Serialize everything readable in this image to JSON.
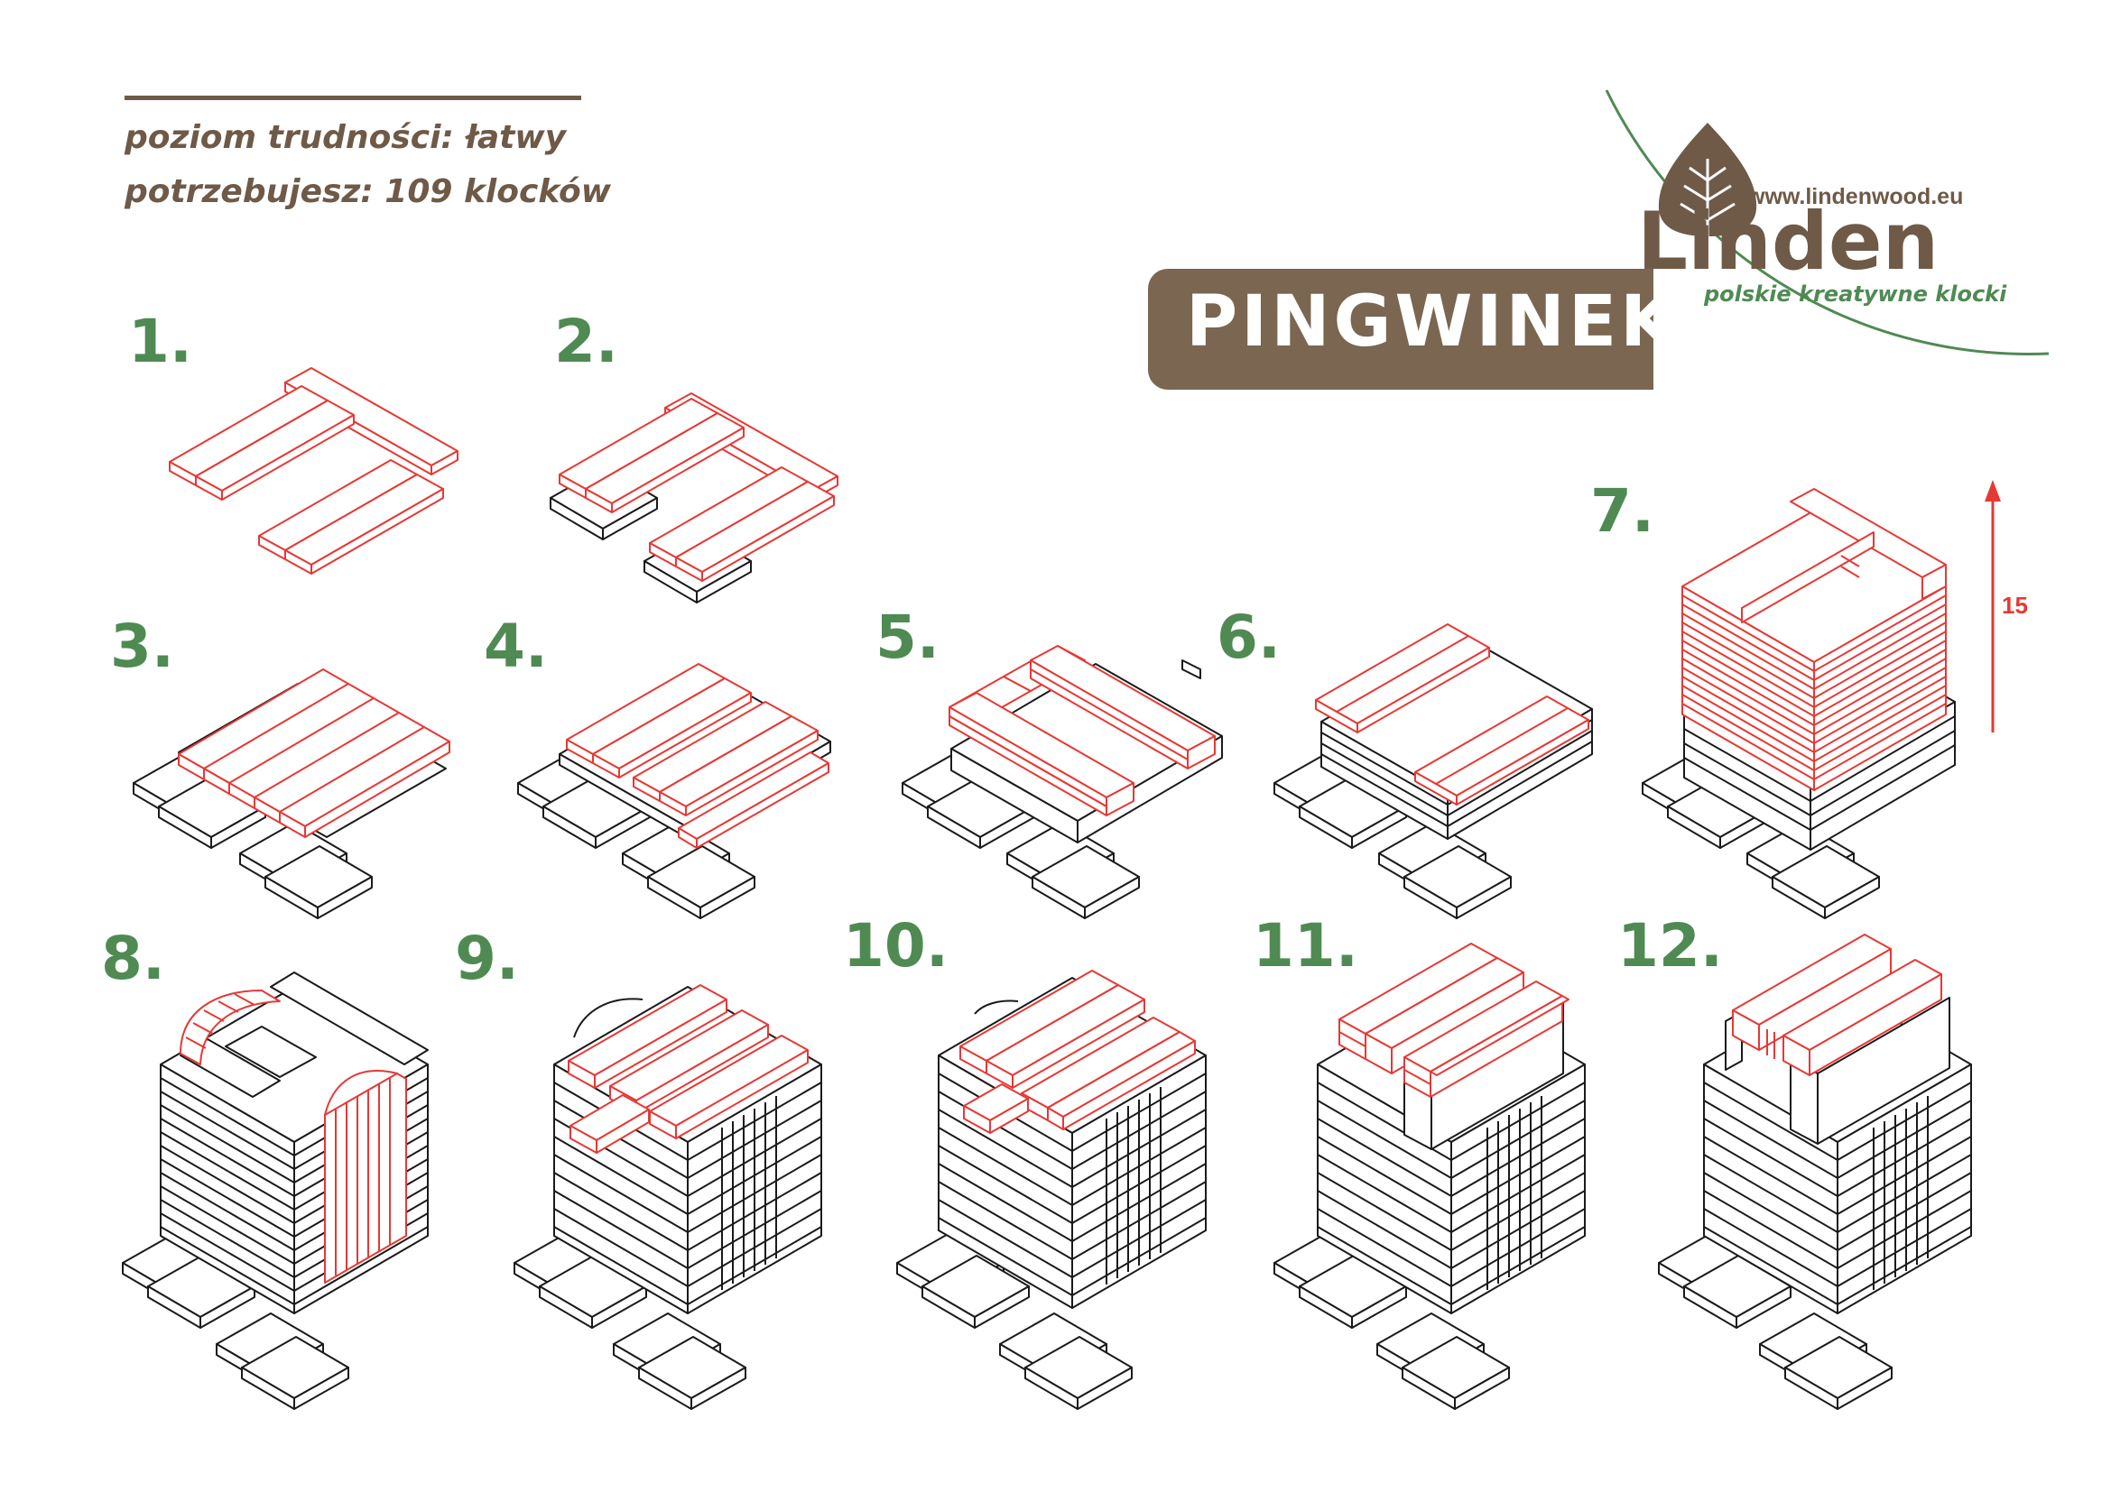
{
  "header": {
    "difficulty": "poziom trudności: łatwy",
    "needed": "potrzebujesz:  109 klocków"
  },
  "title": "PINGWINEK",
  "logo": {
    "url": "www.lindenwood.eu",
    "brand": "Linden",
    "tagline": "polskie kreatywne klocki"
  },
  "steps": [
    "1.",
    "2.",
    "3.",
    "4.",
    "5.",
    "6.",
    "7.",
    "8.",
    "9.",
    "10.",
    "11.",
    "12."
  ],
  "height_annotation": "15",
  "colors": {
    "brown": "#6e5a47",
    "title_bg": "#7a6651",
    "green": "#4f8a53",
    "new_block": "#e53935",
    "placed_block": "#1a1a1a"
  },
  "icons": [
    "leaf-icon",
    "arrow-up-icon"
  ]
}
